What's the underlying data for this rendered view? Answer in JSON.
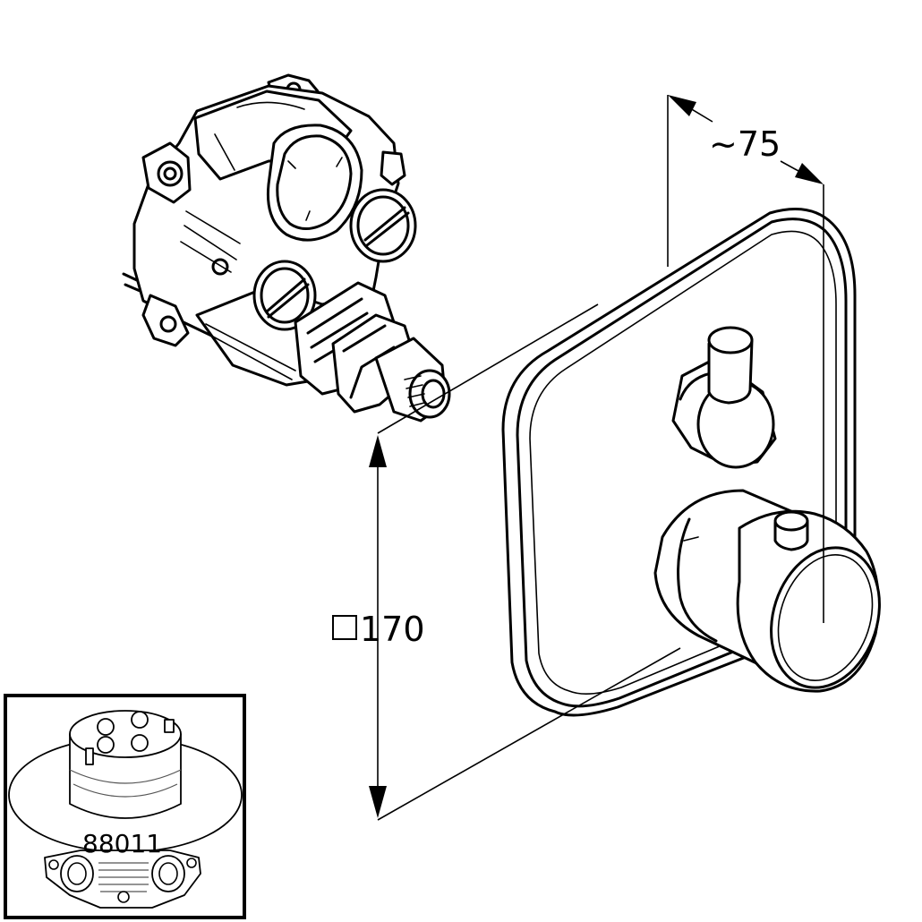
{
  "dimensions": {
    "depth_label": "~75",
    "square_symbol": "□",
    "size_label": "170"
  },
  "inset": {
    "part_number": "88011"
  }
}
